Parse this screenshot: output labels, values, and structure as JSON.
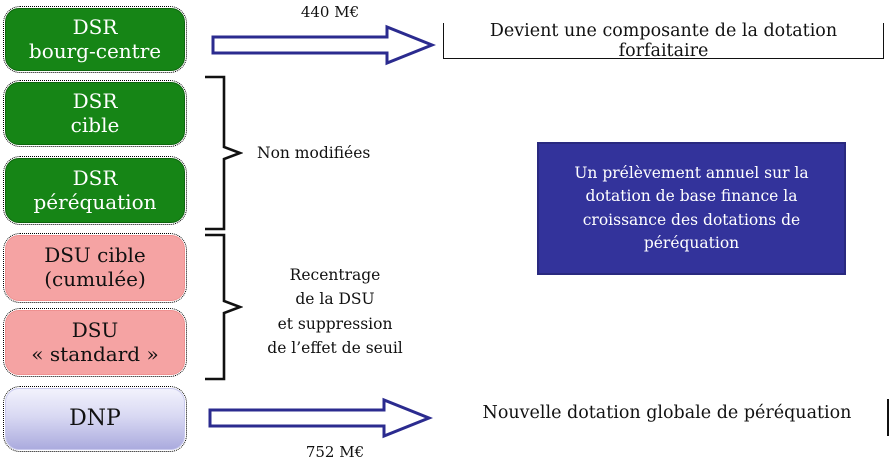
{
  "colors": {
    "green_box": "#168516",
    "pink_box": "#F5A3A3",
    "lavender_box_top": "#F2F2FC",
    "lavender_box_bottom": "#ABABDE",
    "blue_panel": "#33339B",
    "arrow_outline": "#2B2B8F",
    "line_black": "#111111"
  },
  "left_column": {
    "boxes": [
      {
        "id": "dsr-bourg-centre",
        "label": "DSR\nbourg-centre",
        "color": "green"
      },
      {
        "id": "dsr-cible",
        "label": "DSR\ncible",
        "color": "green"
      },
      {
        "id": "dsr-perequation",
        "label": "DSR\npéréquation",
        "color": "green"
      },
      {
        "id": "dsu-cible",
        "label": "DSU cible\n(cumulée)",
        "color": "pink"
      },
      {
        "id": "dsu-standard",
        "label": "DSU\n« standard »",
        "color": "pink"
      },
      {
        "id": "dnp",
        "label": "DNP",
        "color": "lavender"
      }
    ]
  },
  "arrows": {
    "top": {
      "label": "440 M€",
      "direction": "right"
    },
    "bottom": {
      "label": "752 M€",
      "direction": "right"
    }
  },
  "brace_labels": {
    "non_modifiees": "Non modifiées",
    "recentrage": "Recentrage\nde la DSU\net suppression\nde l’effet de seuil"
  },
  "right_column": {
    "devient": "Devient une composante de la dotation forfaitaire",
    "blue_panel": "Un prélèvement annuel sur la dotation de base finance la croissance des dotations de péréquation",
    "nouvelle": "Nouvelle dotation globale de péréquation"
  }
}
